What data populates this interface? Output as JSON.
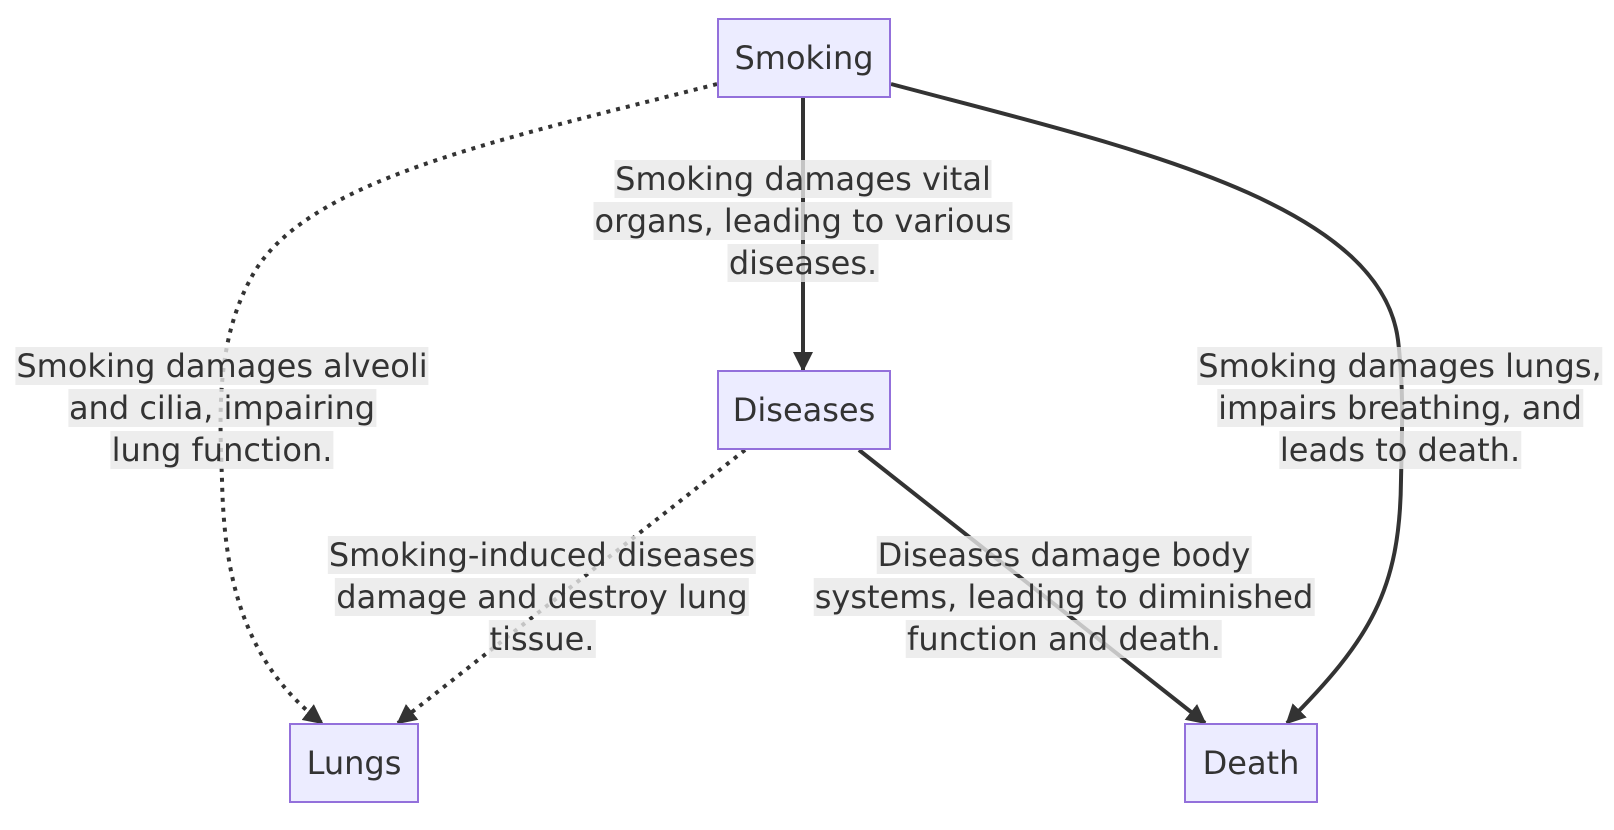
{
  "nodes": {
    "smoking": "Smoking",
    "diseases": "Diseases",
    "lungs": "Lungs",
    "death": "Death"
  },
  "edges": {
    "smoking_diseases": [
      "Smoking damages vital",
      "organs, leading to various",
      "diseases."
    ],
    "smoking_lungs": [
      "Smoking damages alveoli",
      "and cilia, impairing",
      "lung function."
    ],
    "smoking_death": [
      "Smoking damages lungs,",
      "impairs breathing, and",
      "leads to death."
    ],
    "diseases_lungs": [
      "Smoking-induced diseases",
      "damage and destroy lung",
      "tissue."
    ],
    "diseases_death": [
      "Diseases damage body",
      "systems, leading to diminished",
      "function and death."
    ]
  },
  "colors": {
    "node_fill": "#ECECFF",
    "node_border": "#9370DB",
    "edge": "#333333",
    "label_bg": "#E8E8E8"
  }
}
